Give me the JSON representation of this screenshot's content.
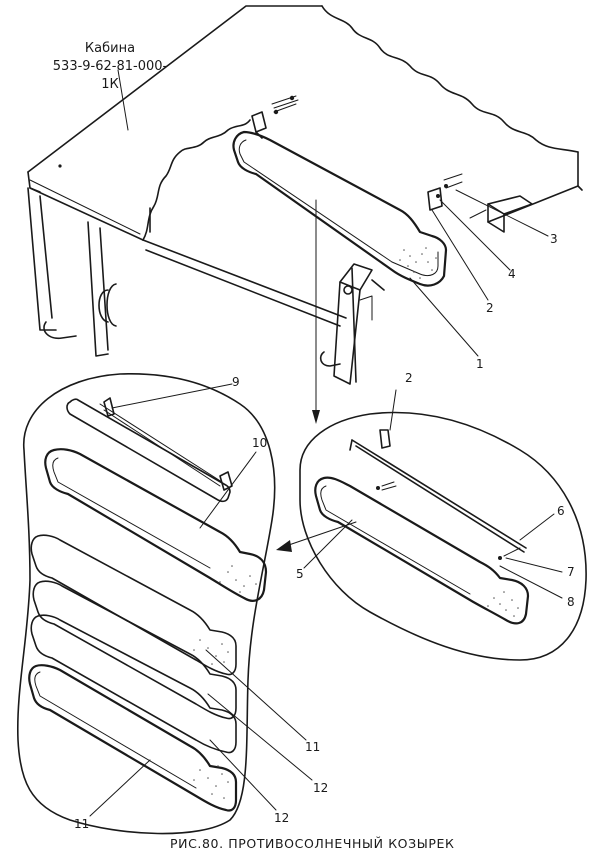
{
  "cabin": {
    "name": "Кабина",
    "code": "533-9-62-81-000-1К"
  },
  "callouts": {
    "c1": "1",
    "c2a": "2",
    "c2b": "2",
    "c3": "3",
    "c4": "4",
    "c5": "5",
    "c6": "6",
    "c7": "7",
    "c8": "8",
    "c9": "9",
    "c10": "10",
    "c11a": "11",
    "c11b": "11",
    "c12a": "12",
    "c12b": "12"
  },
  "caption": "РИС.80. ПРОТИВОСОЛНЕЧНЫЙ КОЗЫРЕК"
}
